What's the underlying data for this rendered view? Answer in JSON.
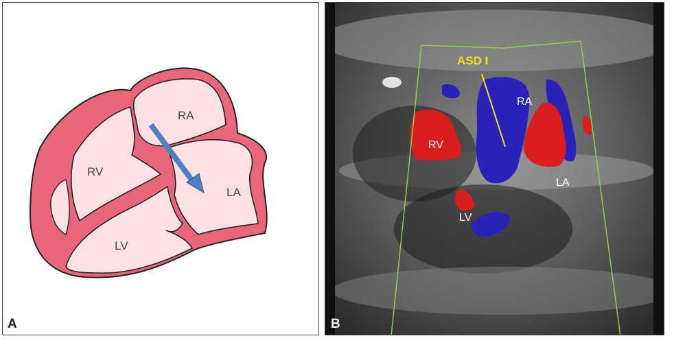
{
  "panel_a": {
    "letter": "A",
    "labels": {
      "ra": "RA",
      "rv": "RV",
      "la": "LA",
      "lv": "LV"
    },
    "colors": {
      "myocardium": "#e8677a",
      "chamber": "#fde1e2",
      "outline": "#222222",
      "arrow": "#4f7fc4"
    }
  },
  "panel_b": {
    "letter": "B",
    "labels": {
      "asd": "ASD I",
      "ra": "RA",
      "rv": "RV",
      "la": "LA",
      "lv": "LV"
    },
    "colors": {
      "doppler_red": "#d81e1e",
      "doppler_blue": "#2a22b8",
      "sector_outline": "#8fd14f",
      "asd_label": "#f2e21c"
    }
  }
}
